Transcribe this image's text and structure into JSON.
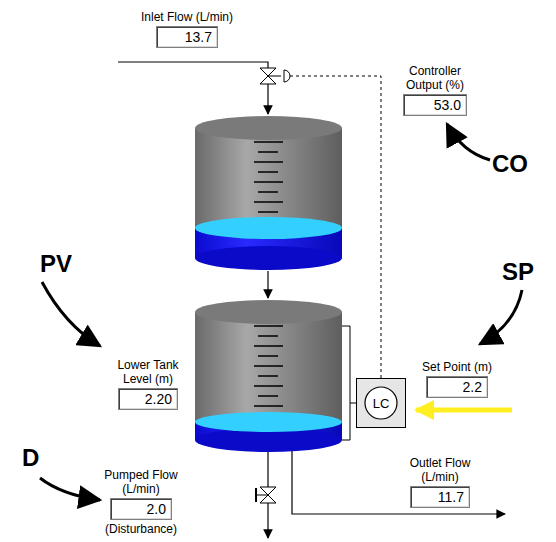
{
  "diagram": {
    "nodes": [
      {
        "text": [
          "Inlet Flow (L/min)",
          "13.7"
        ]
      },
      {
        "text": [
          "Controller Output (%)",
          "53.0"
        ]
      },
      {
        "text": [
          "Lower Tank Level (m)",
          "2.20"
        ]
      },
      {
        "text": [
          "LC"
        ]
      },
      {
        "text": [
          "Set Point (m)",
          "2.2"
        ]
      },
      {
        "text": [
          "Pumped Flow (L/min)",
          "2.0",
          "(Disturbance)"
        ]
      },
      {
        "text": [
          "Outlet Flow (L/min)",
          "11.7"
        ]
      }
    ],
    "labels": [
      "CO",
      "SP",
      "PV",
      "D"
    ]
  }
}
